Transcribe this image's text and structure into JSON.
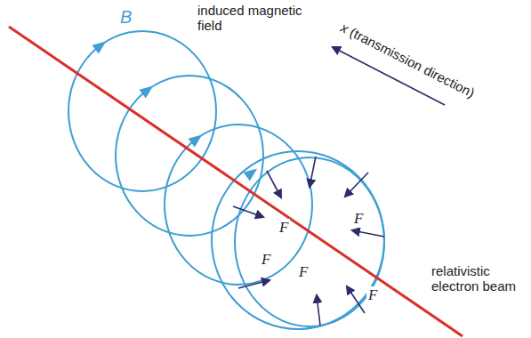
{
  "diagram": {
    "labels": [
      "B",
      "induced magnetic field",
      "x (transmission direction)",
      "relativistic electron beam",
      "F",
      "F",
      "F",
      "F",
      "F"
    ]
  }
}
